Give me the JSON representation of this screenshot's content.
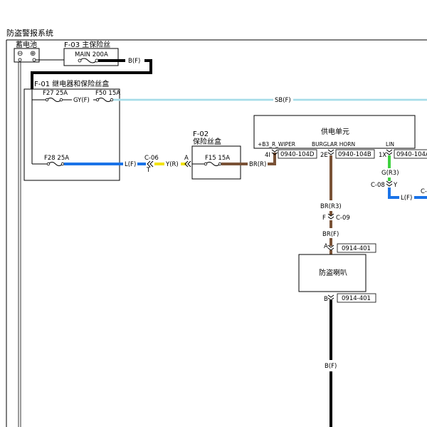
{
  "title": "防盗警报系统",
  "colors": {
    "black_wire": "#000000",
    "blue_wire": "#1a73e8",
    "yellow_wire": "#f2e20a",
    "brown_wire": "#7a5236",
    "green_wire": "#3fd13f",
    "lightblue_wire": "#bfe9f2"
  },
  "battery": {
    "label": "蓄电池",
    "minus": "⊖",
    "plus": "⊕"
  },
  "main_fuse": {
    "id": "F-03 主保险丝",
    "rating": "MAIN 200A",
    "wire": "B(F)"
  },
  "relay_box": {
    "id": "F-01 继电器和保险丝盒",
    "fuses": {
      "f27": "F27 25A",
      "f50": "F50 15A",
      "f28": "F28 25A"
    },
    "wires": {
      "gy": "GY(F)",
      "sb": "SB(F)",
      "l": "L(F)"
    }
  },
  "connector_c06": {
    "id": "C-06",
    "pin": "T",
    "wire": "Y(R)",
    "pin_a": "A"
  },
  "fuse_box": {
    "id": "F-02",
    "name": "保险丝盒",
    "fuse": "F15 15A",
    "wire": "BR(R)"
  },
  "supply_unit": {
    "title": "供电单元",
    "pin_b3": "+B3_R_WIPER",
    "pin_horn": "BURGLAR HORN",
    "pin_lin": "LIN",
    "pin_4i": "4I",
    "pin_2e": "2E",
    "pin_1x": "1X",
    "conn_d": "0940-104D",
    "conn_b": "0940-104B",
    "conn_a": "0940-104A"
  },
  "horn_path": {
    "wire_r3": "BR(R3)",
    "conn_f": "F",
    "conn_c09": "C-09",
    "wire_f": "BR(F)",
    "pin_a": "A",
    "conn_top": "0914-401",
    "pin_b": "B",
    "conn_bottom": "0914-401",
    "wire_black": "B(F)"
  },
  "horn": {
    "label": "防盗喇叭"
  },
  "lin_path": {
    "wire_g": "G(R3)",
    "conn": "C-08",
    "pin": "Y",
    "wire_l": "L(F)",
    "conn_right": "C-"
  }
}
